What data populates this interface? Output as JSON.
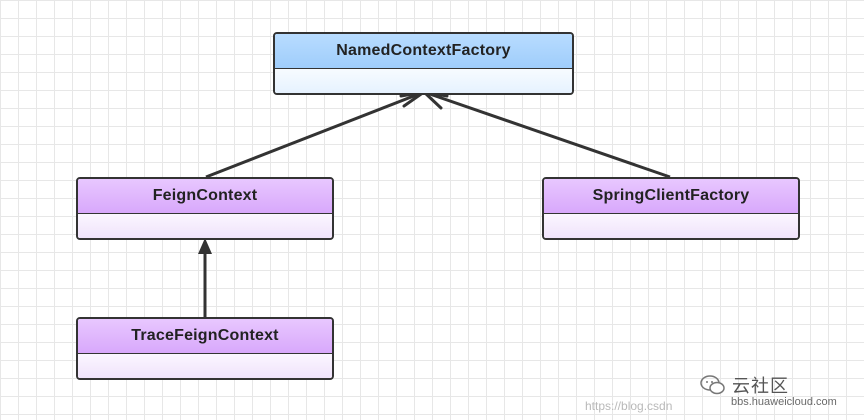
{
  "diagram": {
    "classes": {
      "named_context_factory": "NamedContextFactory",
      "feign_context": "FeignContext",
      "spring_client_factory": "SpringClientFactory",
      "trace_feign_context": "TraceFeignContext"
    }
  },
  "colors": {
    "base_class_header": "#a8d4ff",
    "sub_class_header": "#dcb0fc",
    "line": "#333333",
    "grid": "#e7e7e7"
  },
  "watermark": {
    "url_text": "https://blog.csdn",
    "brand": "云社区",
    "brand_sub": "bbs.huaweicloud.com"
  }
}
